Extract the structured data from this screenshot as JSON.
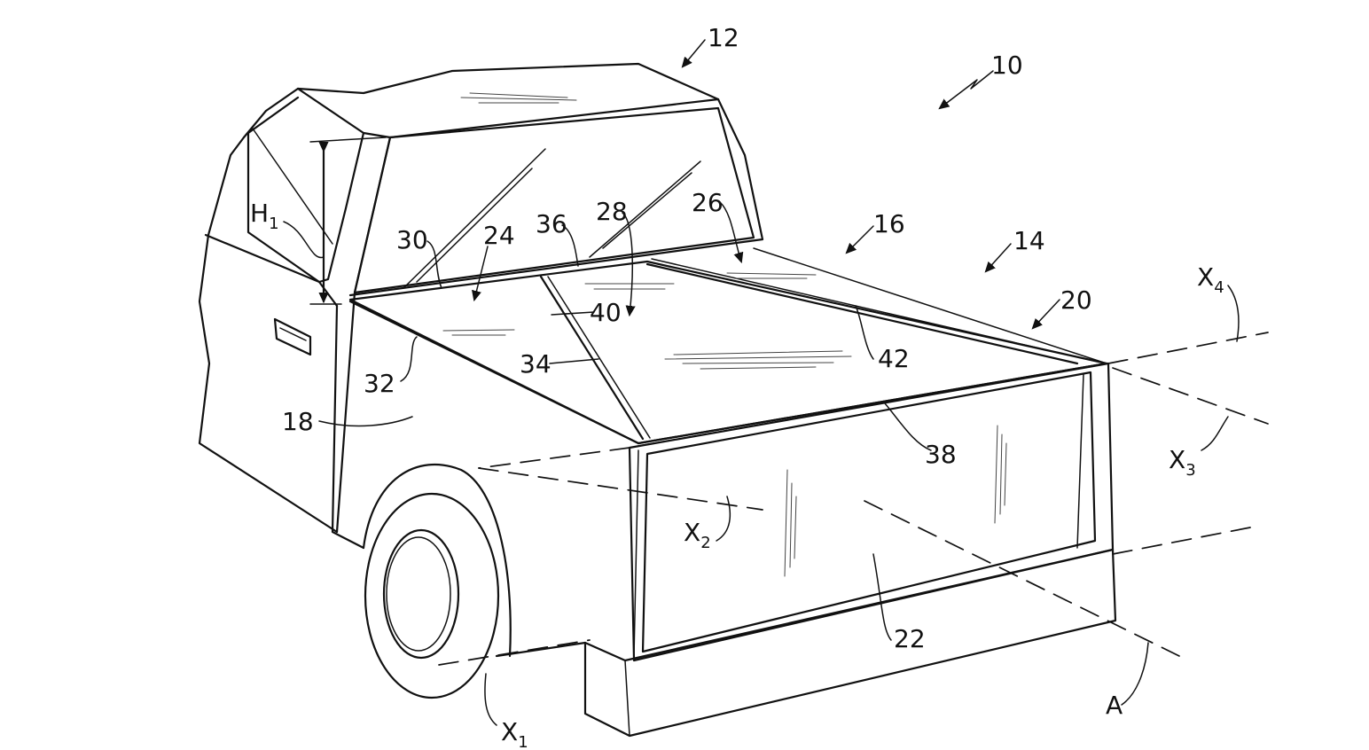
{
  "diagram": {
    "labels": {
      "l10": "10",
      "l12": "12",
      "l14": "14",
      "l16": "16",
      "l18": "18",
      "l20": "20",
      "l22": "22",
      "l24": "24",
      "l26": "26",
      "l28": "28",
      "l30": "30",
      "l32": "32",
      "l34": "34",
      "l36": "36",
      "l38": "38",
      "l40": "40",
      "l42": "42",
      "h1_main": "H",
      "h1_sub": "1",
      "x1_main": "X",
      "x1_sub": "1",
      "x2_main": "X",
      "x2_sub": "2",
      "x3_main": "X",
      "x3_sub": "3",
      "x4_main": "X",
      "x4_sub": "4",
      "a_label": "A"
    }
  }
}
